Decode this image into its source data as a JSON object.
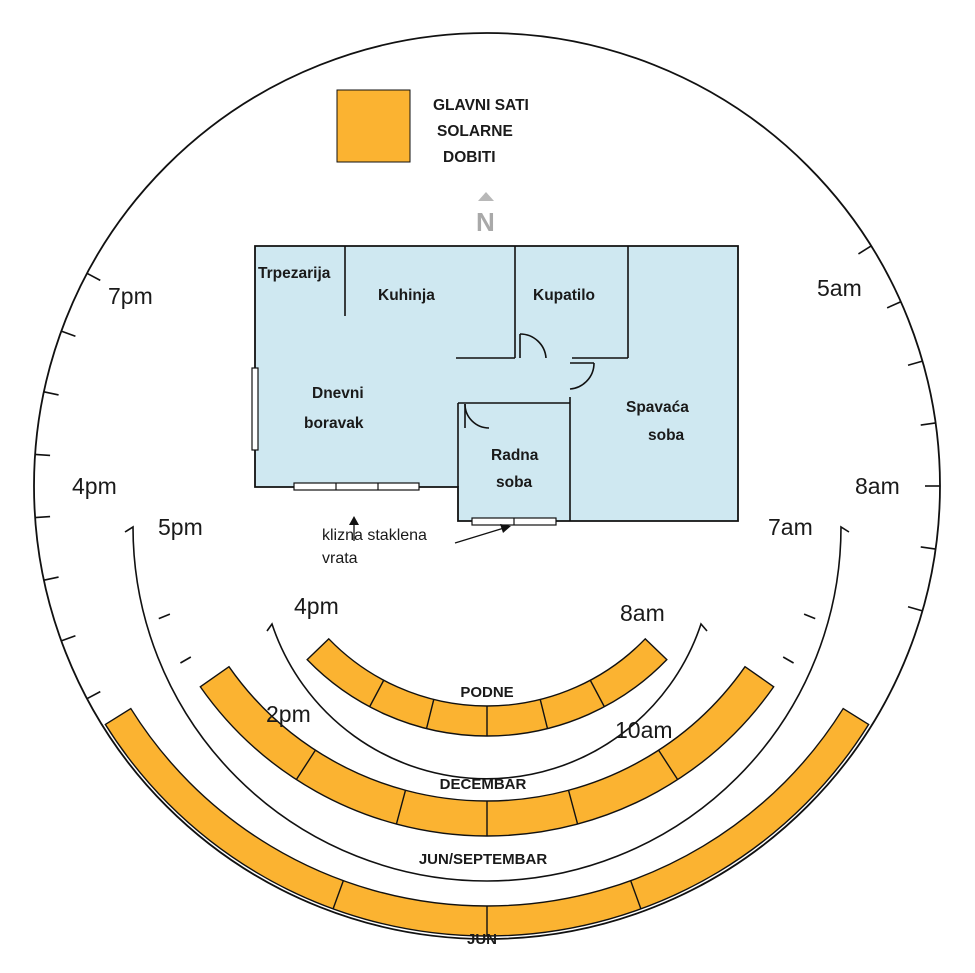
{
  "legend": {
    "color": "#fbb331",
    "lines": [
      "GLAVNI SATI",
      "SOLARNE",
      "DOBITI"
    ]
  },
  "compass": {
    "label": "N",
    "icon": "north-arrow-icon"
  },
  "rooms": {
    "trpezarija": "Trpezarija",
    "kuhinja": "Kuhinja",
    "kupatilo": "Kupatilo",
    "dnevni_line1": "Dnevni",
    "dnevni_line2": "boravak",
    "spavaca_line1": "Spavaća",
    "spavaca_line2": "soba",
    "radna_line1": "Radna",
    "radna_line2": "soba"
  },
  "door_note": {
    "line1": "klizna staklena",
    "line2": "vrata"
  },
  "times": {
    "outer_left_top": "7pm",
    "outer_left_mid": "4pm",
    "outer_right_top": "5am",
    "outer_right_mid": "8am",
    "middle_left": "5pm",
    "middle_right": "7am",
    "inner_left": "4pm",
    "inner_right": "8am",
    "mid_band_left": "2pm",
    "mid_band_right": "10am"
  },
  "arcs": {
    "inner": "PODNE",
    "middle": "DECEMBAR",
    "outer": "JUN/SEPTEMBAR",
    "bottom": "JUN"
  },
  "colors": {
    "floor": "#cfe8f1",
    "band": "#fbb331",
    "outline": "#111111"
  }
}
